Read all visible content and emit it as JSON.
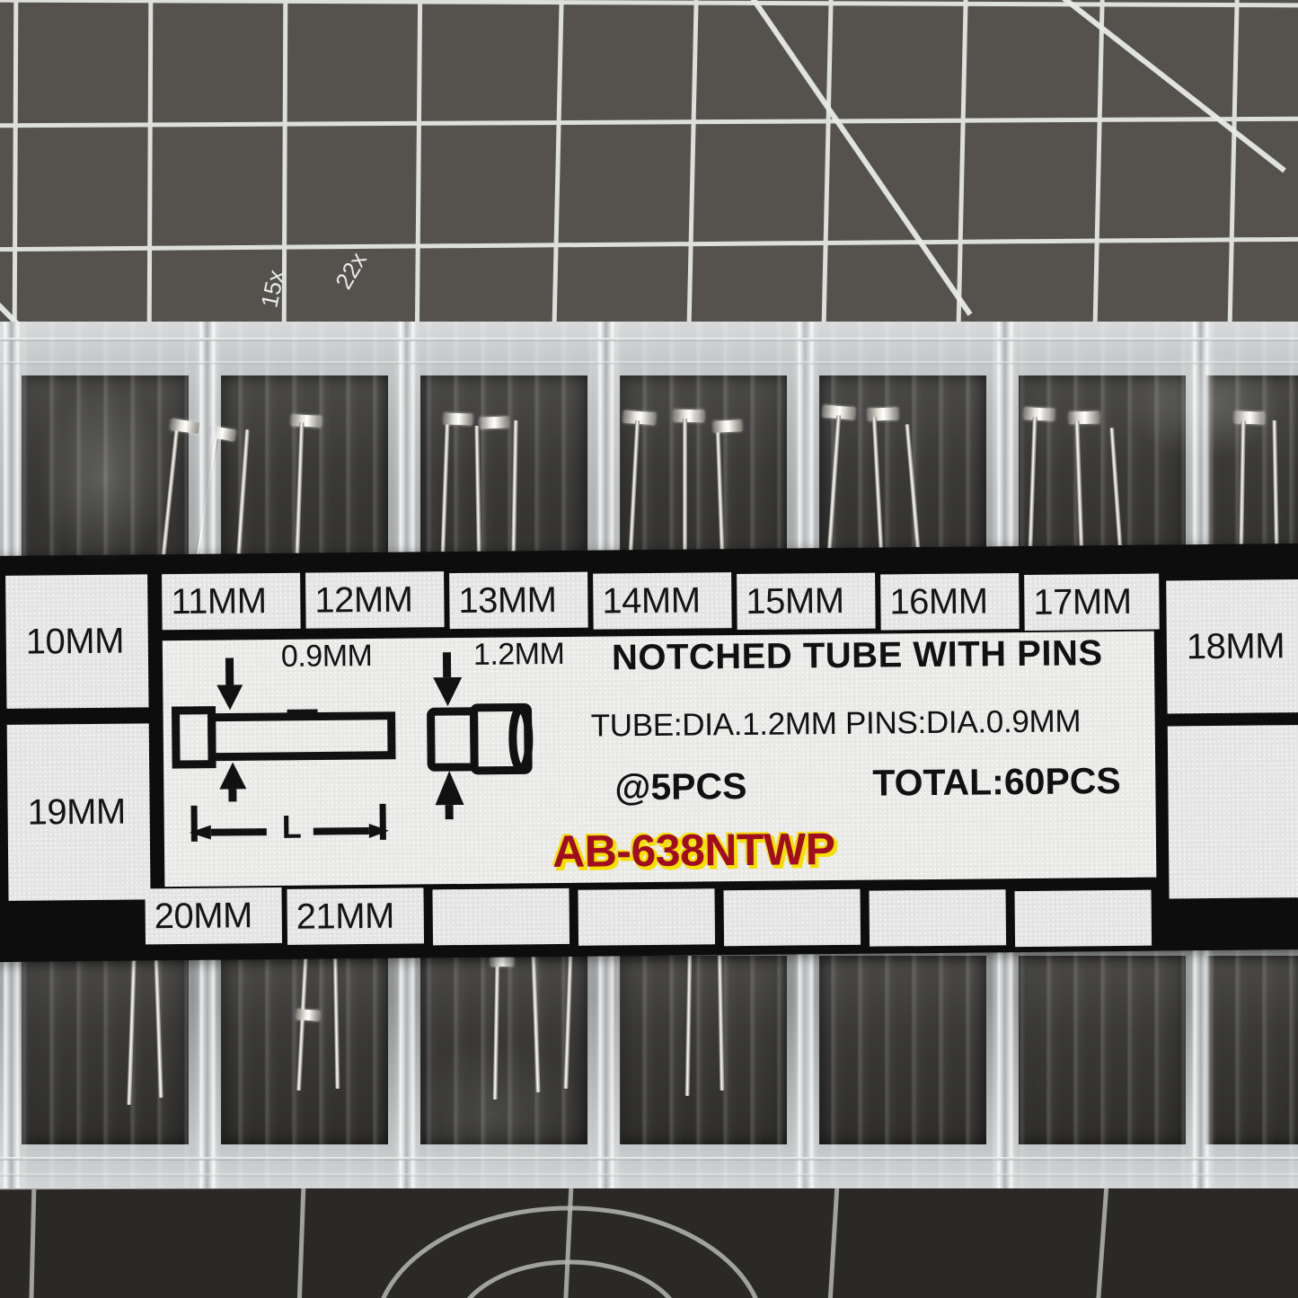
{
  "product": {
    "title": "NOTCHED TUBE WITH PINS",
    "spec_line": "TUBE:DIA.1.2MM  PINS:DIA.0.9MM",
    "per_size_qty": "@5PCS",
    "total_qty": "TOTAL:60PCS",
    "sku": "AB-638NTWP"
  },
  "diagram": {
    "pin_diameter_label": "0.9MM",
    "tube_diameter_label": "1.2MM",
    "length_label": "L"
  },
  "size_cells": {
    "top_row": [
      "11MM",
      "12MM",
      "13MM",
      "14MM",
      "15MM",
      "16MM",
      "17MM"
    ],
    "left_column": [
      "10MM",
      "19MM"
    ],
    "right_column": [
      "18MM",
      ""
    ],
    "bottom_row": [
      "20MM",
      "21MM",
      "",
      "",
      "",
      "",
      ""
    ]
  },
  "colors": {
    "label_border": "#0d0d0d",
    "label_paper": "#e9e9e7",
    "cell_fill": "#e4e5e4",
    "sku_text": "#a00d22",
    "sku_outline": "#f5e000",
    "mat_top": "#55524e",
    "mat_bottom": "#2b2927",
    "mat_grid_line": "#e9ebe8",
    "plastic": "#9a9d9e",
    "pin_metal": "#d8d6cf"
  },
  "mat": {
    "oval_labels": [
      "15x",
      "22x"
    ]
  }
}
